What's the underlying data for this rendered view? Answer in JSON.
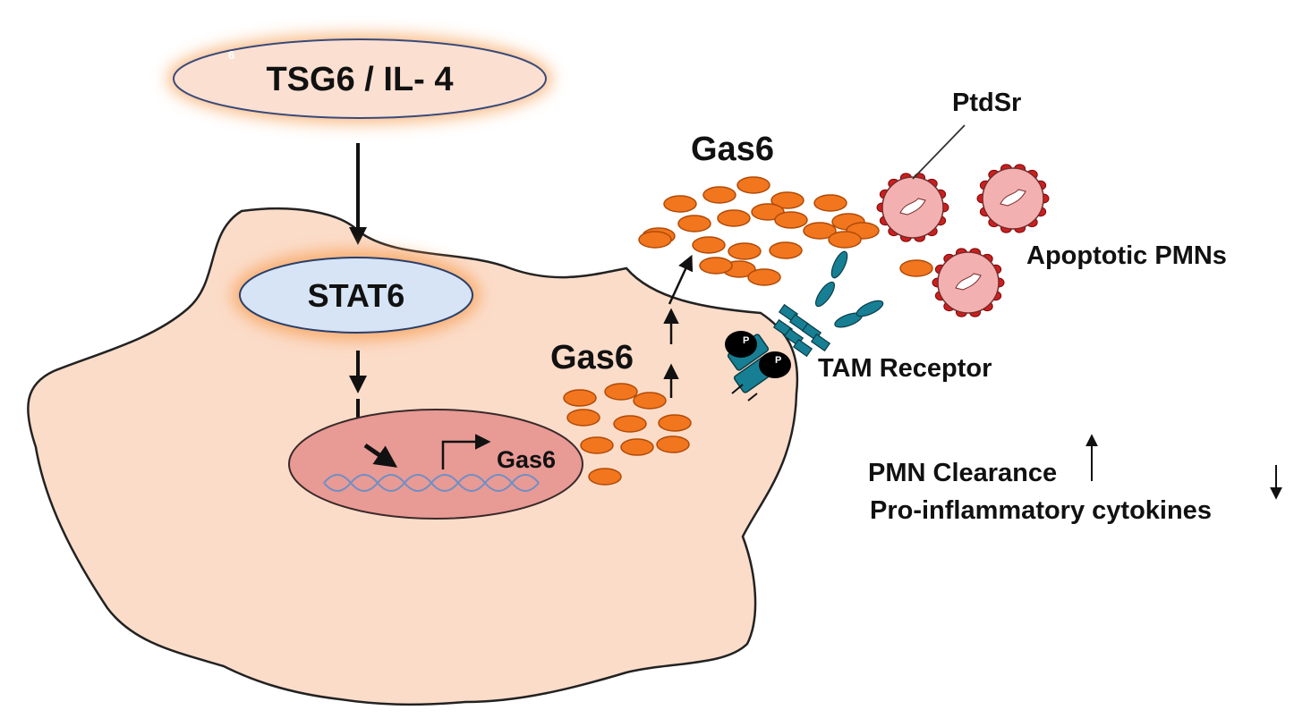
{
  "labels": {
    "ligand": "TSG6 / IL- 4",
    "ligand_superscript": "6",
    "transcription_factor": "STAT6",
    "gene": "Gas6",
    "gas6_cytoplasm": "Gas6",
    "gas6_secreted": "Gas6",
    "ptdsr": "PtdSr",
    "apoptotic_cells": "Apoptotic PMNs",
    "receptor": "TAM Receptor",
    "phospho_1": "P",
    "phospho_2": "P",
    "outcome_1": "PMN Clearance",
    "outcome_2": "Pro-inflammatory cytokines"
  },
  "outcomes": {
    "pmn_clearance": "up",
    "pro_inflammatory_cytokines": "down"
  },
  "colors": {
    "cell_fill": "#fbdcc9",
    "cell_stroke": "#222222",
    "ligand_fill": "#fbe0d2",
    "ligand_stroke": "#3a4a78",
    "stat6_fill": "#d6e4f5",
    "stat6_stroke": "#2a3f6a",
    "glow": "#f7a35c",
    "nucleus_fill": "#e89a95",
    "dna": "#6f8fc4",
    "gas6_protein": "#f2761e",
    "gas6_protein_stroke": "#b04a06",
    "pmn_fill": "#f2b0b0",
    "pmn_bleb": "#cc1f1f",
    "receptor": "#177f93",
    "receptor_stroke": "#0b3e48",
    "phospho": "#000000",
    "arrow": "#111111"
  },
  "icons": {
    "up_arrow": "arrow-up-icon",
    "down_arrow": "arrow-down-icon"
  }
}
